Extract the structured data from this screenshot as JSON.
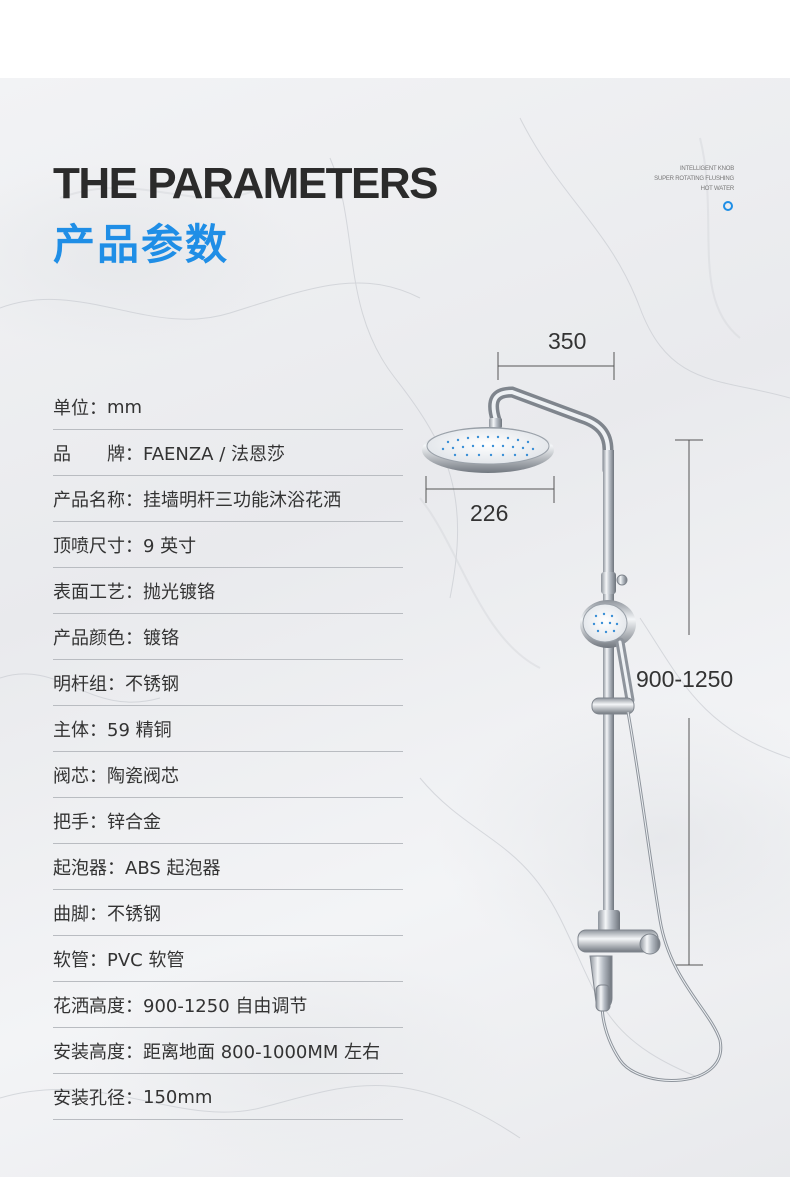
{
  "header": {
    "title_en": "THE PARAMETERS",
    "title_cn": "产品参数",
    "tagline": [
      "INTELLIGENT KNOB",
      "SUPER ROTATING FLUSHING",
      "HOT WATER"
    ]
  },
  "params": [
    {
      "label": "单位：",
      "value": "mm"
    },
    {
      "label": "品　　牌：",
      "value": "FAENZA / 法恩莎"
    },
    {
      "label": "产品名称：",
      "value": "挂墙明杆三功能沐浴花洒"
    },
    {
      "label": "顶喷尺寸：",
      "value": "9 英寸"
    },
    {
      "label": "表面工艺：",
      "value": "抛光镀铬"
    },
    {
      "label": "产品颜色：",
      "value": "镀铬"
    },
    {
      "label": "明杆组：",
      "value": "不锈钢"
    },
    {
      "label": "主体：",
      "value": "59 精铜"
    },
    {
      "label": "阀芯：",
      "value": "陶瓷阀芯"
    },
    {
      "label": "把手：",
      "value": "锌合金"
    },
    {
      "label": "起泡器：",
      "value": "ABS 起泡器"
    },
    {
      "label": "曲脚：",
      "value": "不锈钢"
    },
    {
      "label": "软管：",
      "value": "PVC 软管"
    },
    {
      "label": "花洒高度：",
      "value": "900-1250 自由调节"
    },
    {
      "label": "安装高度：",
      "value": "距离地面 800-1000MM 左右"
    },
    {
      "label": "安装孔径：",
      "value": "150mm"
    }
  ],
  "dimensions": {
    "arm_length": "350",
    "head_diameter": "226",
    "height_range": "900-1250"
  },
  "colors": {
    "accent": "#1f8ee6",
    "title": "#2b2b2b",
    "text": "#333333",
    "divider": "#b9bcc1"
  }
}
